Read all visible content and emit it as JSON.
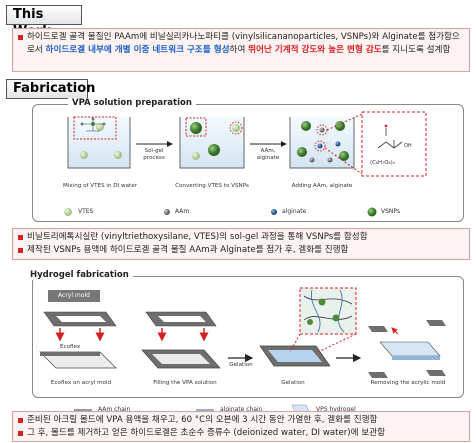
{
  "this_work": {
    "title": "This Work",
    "pre": "하이드로겔 골격 물질인 PAAm에 비닐실리카나노파티클 (vinylsilicananoparticles, VSNPs)와 Alginate를 첨가함으로서 ",
    "highlight_blue": "하이드로겔 내부에 개별 이중 네트워크 구조를 형성",
    "mid": "하여 ",
    "highlight_red": "뛰어난 기계적 강도와 높은 변형 감도",
    "post": "를 지니도록 설계함"
  },
  "fabrication": {
    "title": "Fabrication",
    "vpa": {
      "title": "VPA solution preparation",
      "captions": [
        "Mixing of VTES in DI water",
        "Converting VTES to VSNPs",
        "Adding AAm, alginate"
      ],
      "arrow1": "Sol-gel process",
      "arrow2": "AAm, alginate",
      "formula": "(C₆H₇O₆)ₙ",
      "oh": "OH",
      "legend": [
        "VTES",
        "AAm",
        "alginate",
        "VSNPs"
      ]
    },
    "bullets1": [
      "비닐트리에톡시실란 (vinyltriethoxysilane, VTES)의 sol-gel 과정을 통해 VSNPs를 합성함",
      "제작된 VSNPs 용액에 하이드로겔 골격 물질 AAm과 Alginate를 첨가 후, 겔화를 진행함"
    ],
    "hydrogel": {
      "title": "Hydrogel fabrication",
      "acryl_label": "Acryl mold",
      "ecoflex_label": "Ecoflex",
      "captions": [
        "Ecoflex on acryl mold",
        "Filling the VPA solution",
        "Gelation",
        "Removing the acrylic mold"
      ],
      "arrow_label": "Gelation",
      "legend": [
        "AAm chain",
        "alginate chain",
        "VPS hydrogel"
      ]
    },
    "bullets2": [
      "준비된 아크릴 몰드에 VPA 용액을 채우고, 60 °C의 오븐에 3 시간 동안 가열한 후, 겔화를 진행함",
      "그 후, 몰드를 제거하고 얻은 하이드로겔은 초순수 증류수 (deionized water, DI water)에 보관함"
    ]
  },
  "colors": {
    "bullet": "#d42222",
    "blue": "#1c5fc4",
    "red": "#d81e1e",
    "vtes": "#c8d8a8",
    "aam": "#8a8a8a",
    "alginate": "#2f5f9c",
    "vsnp": "#4f8a3a"
  }
}
